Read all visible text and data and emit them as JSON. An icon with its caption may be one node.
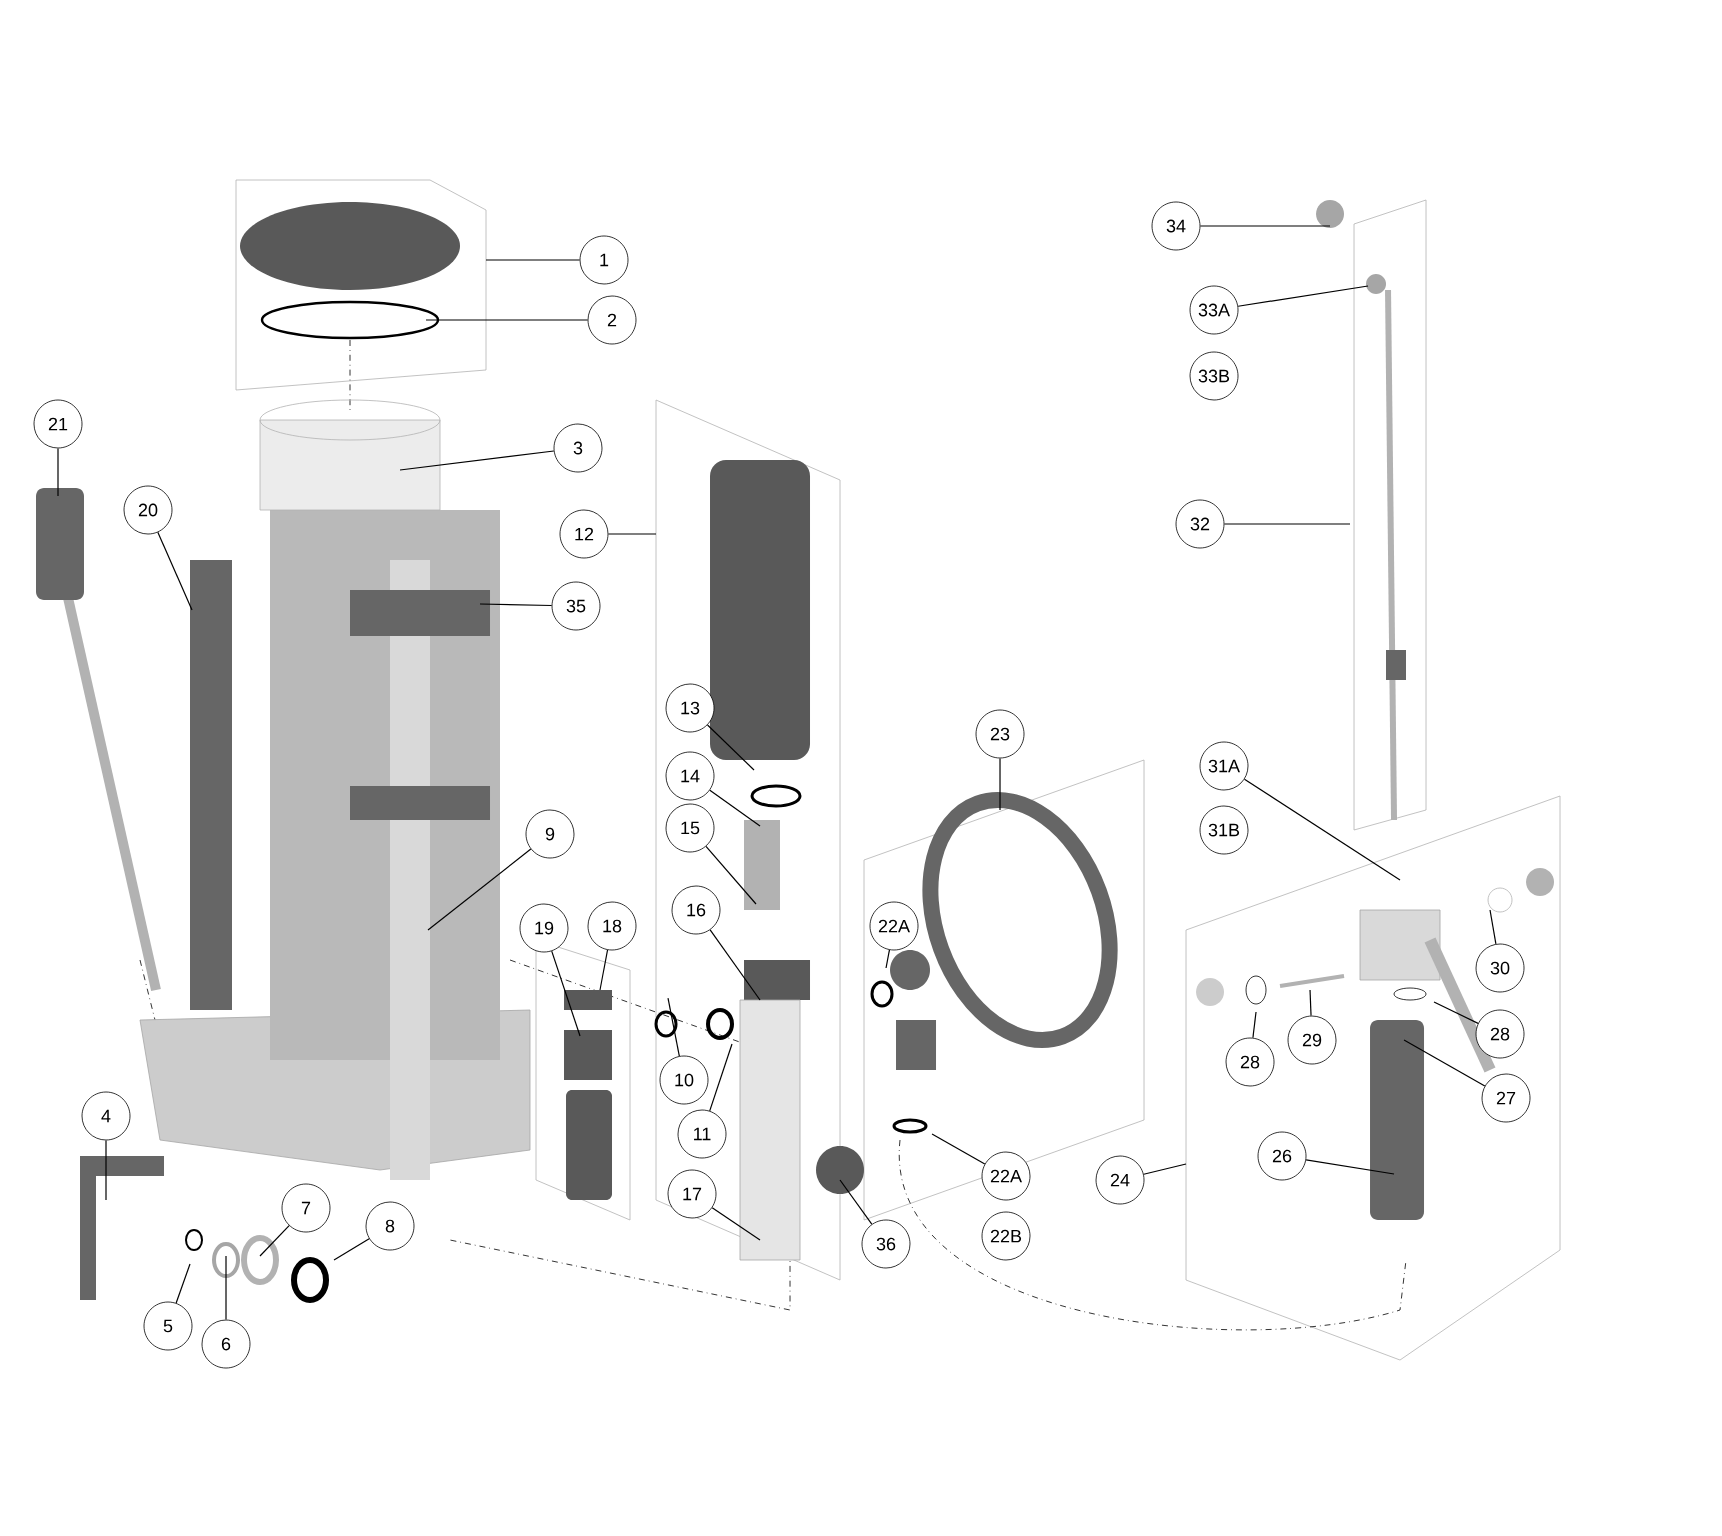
{
  "diagram": {
    "nodes": [
      {
        "text": [
          "1"
        ]
      },
      {
        "text": [
          "2"
        ]
      },
      {
        "text": [
          "3"
        ]
      },
      {
        "text": [
          "35"
        ]
      },
      {
        "text": [
          "21"
        ]
      },
      {
        "text": [
          "20"
        ]
      },
      {
        "text": [
          "12"
        ]
      },
      {
        "text": [
          "13"
        ]
      },
      {
        "text": [
          "14"
        ]
      },
      {
        "text": [
          "15"
        ]
      },
      {
        "text": [
          "9"
        ]
      },
      {
        "text": [
          "19"
        ]
      },
      {
        "text": [
          "18"
        ]
      },
      {
        "text": [
          "16"
        ]
      },
      {
        "text": [
          "22A"
        ]
      },
      {
        "text": [
          "23"
        ]
      },
      {
        "text": [
          "10"
        ]
      },
      {
        "text": [
          "11"
        ]
      },
      {
        "text": [
          "17"
        ]
      },
      {
        "text": [
          "36"
        ]
      },
      {
        "text": [
          "4"
        ]
      },
      {
        "text": [
          "5"
        ]
      },
      {
        "text": [
          "6"
        ]
      },
      {
        "text": [
          "7"
        ]
      },
      {
        "text": [
          "8"
        ]
      },
      {
        "text": [
          "22A"
        ]
      },
      {
        "text": [
          "22B"
        ]
      },
      {
        "text": [
          "24"
        ]
      },
      {
        "text": [
          "26"
        ]
      },
      {
        "text": [
          "27"
        ]
      },
      {
        "text": [
          "28"
        ]
      },
      {
        "text": [
          "29"
        ]
      },
      {
        "text": [
          "28"
        ]
      },
      {
        "text": [
          "30"
        ]
      },
      {
        "text": [
          "31A"
        ]
      },
      {
        "text": [
          "31B"
        ]
      },
      {
        "text": [
          "32"
        ]
      },
      {
        "text": [
          "33A"
        ]
      },
      {
        "text": [
          "33B"
        ]
      },
      {
        "text": [
          "34"
        ]
      }
    ],
    "edges": [
      {
        "from": 0,
        "to": null,
        "arrow": "none"
      },
      {
        "from": 1,
        "to": null,
        "arrow": "none"
      },
      {
        "from": 2,
        "to": null,
        "arrow": "none"
      },
      {
        "from": 3,
        "to": null,
        "arrow": "none"
      },
      {
        "from": 4,
        "to": null,
        "arrow": "none"
      },
      {
        "from": 5,
        "to": null,
        "arrow": "none"
      },
      {
        "from": 6,
        "to": null,
        "arrow": "none"
      },
      {
        "from": 7,
        "to": null,
        "arrow": "none"
      },
      {
        "from": 8,
        "to": null,
        "arrow": "none"
      },
      {
        "from": 9,
        "to": null,
        "arrow": "none"
      },
      {
        "from": 10,
        "to": null,
        "arrow": "none"
      },
      {
        "from": 11,
        "to": null,
        "arrow": "none"
      },
      {
        "from": 12,
        "to": null,
        "arrow": "none"
      },
      {
        "from": 13,
        "to": null,
        "arrow": "none"
      },
      {
        "from": 14,
        "to": null,
        "arrow": "none"
      },
      {
        "from": 15,
        "to": null,
        "arrow": "none"
      },
      {
        "from": 16,
        "to": null,
        "arrow": "none"
      },
      {
        "from": 17,
        "to": null,
        "arrow": "none"
      },
      {
        "from": 18,
        "to": null,
        "arrow": "none"
      },
      {
        "from": 19,
        "to": null,
        "arrow": "none"
      },
      {
        "from": 20,
        "to": null,
        "arrow": "none"
      },
      {
        "from": 21,
        "to": null,
        "arrow": "none"
      },
      {
        "from": 22,
        "to": null,
        "arrow": "none"
      },
      {
        "from": 23,
        "to": null,
        "arrow": "none"
      },
      {
        "from": 24,
        "to": null,
        "arrow": "none"
      },
      {
        "from": 25,
        "to": null,
        "arrow": "none"
      },
      {
        "from": 27,
        "to": null,
        "arrow": "none"
      },
      {
        "from": 28,
        "to": null,
        "arrow": "none"
      },
      {
        "from": 29,
        "to": null,
        "arrow": "none"
      },
      {
        "from": 30,
        "to": null,
        "arrow": "none"
      },
      {
        "from": 31,
        "to": null,
        "arrow": "none"
      },
      {
        "from": 32,
        "to": null,
        "arrow": "none"
      },
      {
        "from": 33,
        "to": null,
        "arrow": "none"
      },
      {
        "from": 34,
        "to": null,
        "arrow": "none"
      },
      {
        "from": 36,
        "to": null,
        "arrow": "none"
      },
      {
        "from": 37,
        "to": null,
        "arrow": "none"
      },
      {
        "from": 39,
        "to": null,
        "arrow": "none"
      }
    ]
  }
}
